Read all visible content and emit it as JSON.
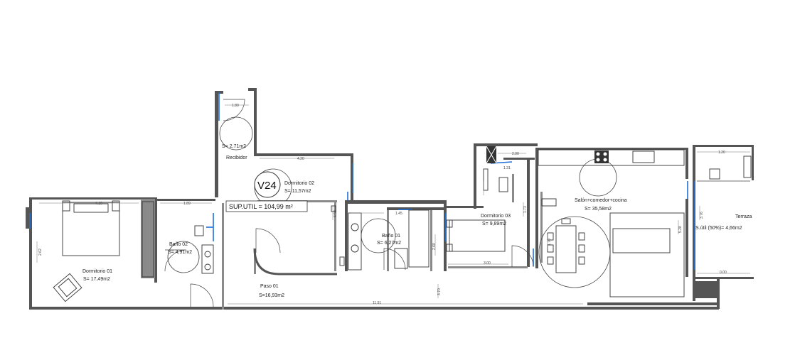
{
  "unit": {
    "code": "V24"
  },
  "superficie": "SUP.UTIL = 104,99 m²",
  "rooms": [
    {
      "name": "Dormitorio 01",
      "area": "S= 17,49m2"
    },
    {
      "name": "Baño 02",
      "area": "S= 4,91m2"
    },
    {
      "name": "Recibidor",
      "area": "S= 2,71m2"
    },
    {
      "name": "Dormitorio 02",
      "area": "S= 11,57m2"
    },
    {
      "name": "Baño 01",
      "area": "S= 6,27m2"
    },
    {
      "name": "Paso 01",
      "area": "S=16,93m2"
    },
    {
      "name": "Dormitorio 03",
      "area": "S= 9,89m2"
    },
    {
      "name": "Salón+comedor+cocina",
      "area": "S= 35,58m2"
    },
    {
      "name": "Terraza",
      "area": "S.útil (50%)= 4,66m2"
    }
  ],
  "dimensions": [
    "4.10",
    "1.89",
    "1.80",
    "4.20",
    "1.45",
    "3.00",
    "2.00",
    "1.31",
    "1.70",
    "1.20",
    "0.00",
    "11.51",
    "2.62",
    "4.52",
    "2.60",
    "5.28",
    "1.73",
    "3.76",
    "3.70"
  ],
  "colors": {
    "wall": "#555555",
    "window": "#1e6fd9",
    "line": "#444444"
  }
}
